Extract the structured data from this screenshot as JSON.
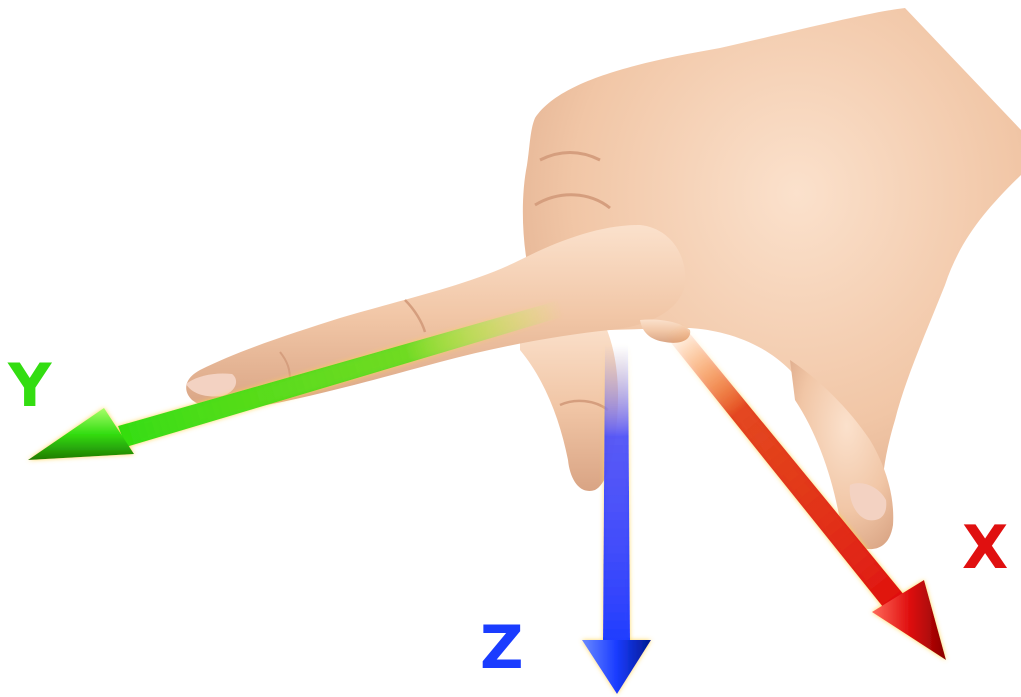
{
  "diagram": {
    "axes": [
      {
        "id": "x",
        "label": "X",
        "color": "#e01010",
        "light": "#ff6a5a",
        "dark": "#8a0000"
      },
      {
        "id": "y",
        "label": "Y",
        "color": "#33dd11",
        "light": "#a8ff6a",
        "dark": "#1f7a00"
      },
      {
        "id": "z",
        "label": "Z",
        "color": "#1a3cff",
        "light": "#6a8aff",
        "dark": "#001a90"
      }
    ],
    "skin": {
      "base": "#f1c6a6",
      "shade": "#d9a484",
      "highlight": "#fbe1cc",
      "nail": "#f3d2c2"
    }
  }
}
